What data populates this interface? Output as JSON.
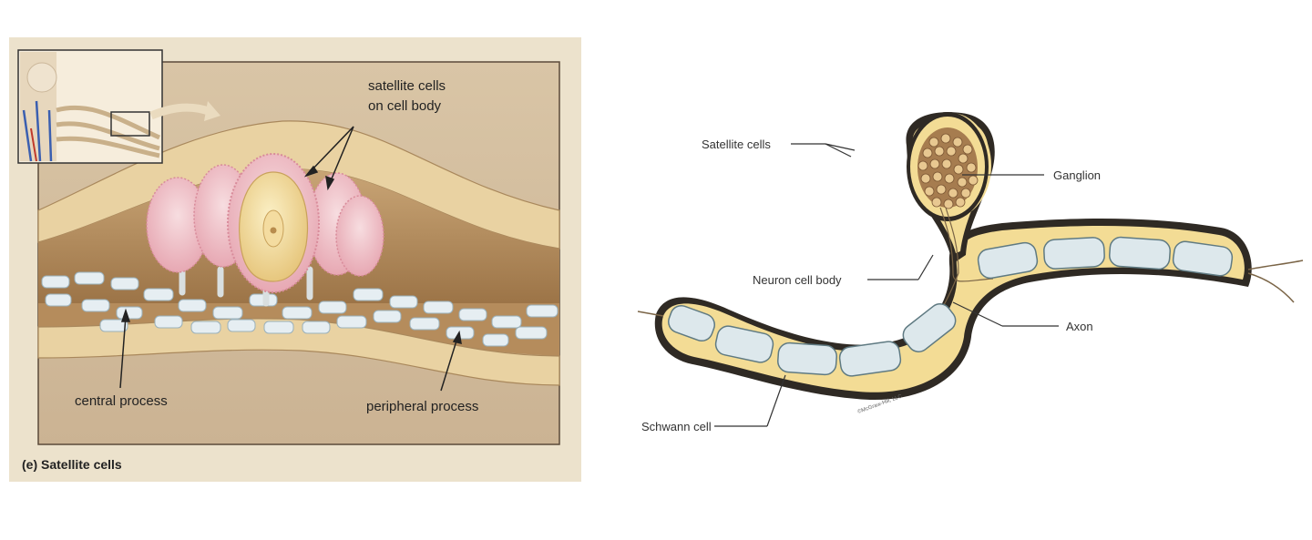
{
  "left_figure": {
    "caption": "(e) Satellite cells",
    "labels": {
      "satellite_line1": "satellite cells",
      "satellite_line2": "on cell body",
      "central_process": "central process",
      "peripheral_process": "peripheral process"
    }
  },
  "right_figure": {
    "labels": {
      "satellite_cells": "Satellite cells",
      "ganglion": "Ganglion",
      "neuron_cell_body": "Neuron cell body",
      "axon": "Axon",
      "schwann_cell": "Schwann cell",
      "copyright": "©McGraw-Hill, LLC"
    }
  },
  "colors": {
    "panel_bg": "#ece2cc",
    "frame_bg": "#dccbb0",
    "nerve_sheath": "#e9d2a2",
    "schwann": "#dde8ec",
    "neuron_body": "#f1e2a2",
    "satellite_pink": "#f0c3c9",
    "axon_tube": "#f3dc95",
    "ganglion_dots": "#b08a5e"
  }
}
